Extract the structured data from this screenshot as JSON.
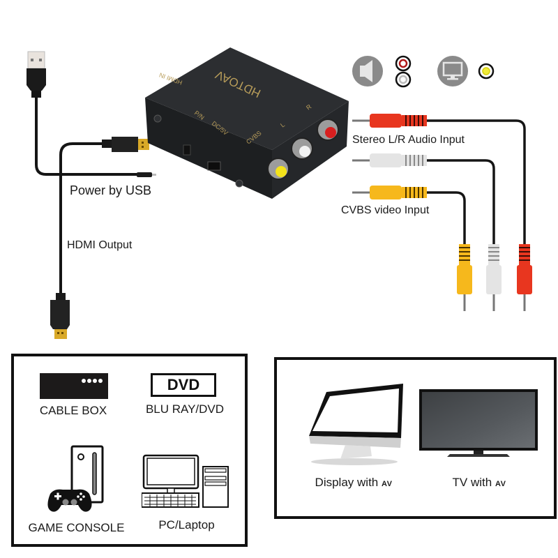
{
  "diagram": {
    "title": "HDMI to AV converter connection diagram",
    "converter": {
      "brand_label": "HDTOAV",
      "top_port_label": "HDMI IN",
      "side_labels": [
        "P/N",
        "DC/5V"
      ],
      "front_labels": [
        "CVBS",
        "L",
        "R"
      ],
      "body_color": "#2a2c2e",
      "print_color": "#b89d5a"
    },
    "left_cables": {
      "power_label": "Power by USB",
      "hdmi_label": "HDMI Output"
    },
    "right_cables": {
      "audio_label": "Stereo L/R Audio Input",
      "video_label": "CVBS video Input",
      "plug_colors": {
        "red": "#e8361f",
        "white": "#e4e4e4",
        "yellow": "#f6b81c"
      }
    },
    "legend_icons": {
      "audio_icon": "speaker-icon",
      "audio_jacks": [
        "red",
        "white"
      ],
      "video_icon": "monitor-icon",
      "video_jacks": [
        "yellow"
      ]
    },
    "sources_panel": {
      "devices": [
        {
          "icon": "cable-box-icon",
          "label": "CABLE BOX"
        },
        {
          "icon": "dvd-icon",
          "label": "BLU RAY/DVD",
          "icon_text": "DVD"
        },
        {
          "icon": "game-console-icon",
          "label": "GAME CONSOLE"
        },
        {
          "icon": "pc-icon",
          "label": "PC/Laptop"
        }
      ]
    },
    "displays_panel": {
      "devices": [
        {
          "icon": "display-icon",
          "label": "Display with",
          "suffix": "AV"
        },
        {
          "icon": "tv-icon",
          "label": "TV with",
          "suffix": "AV"
        }
      ]
    }
  }
}
